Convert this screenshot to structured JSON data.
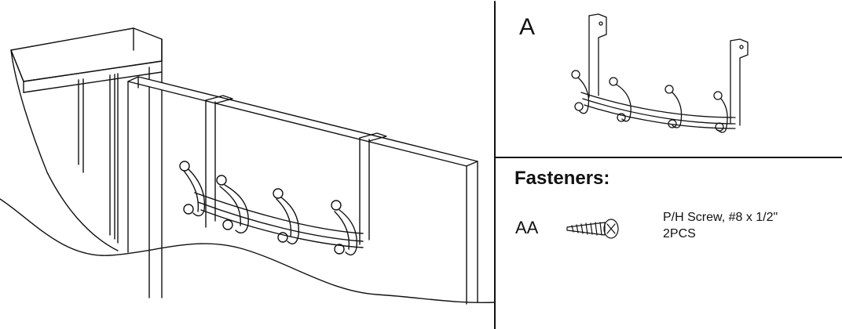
{
  "part": {
    "label": "A"
  },
  "fasteners": {
    "title": "Fasteners:",
    "items": [
      {
        "code": "AA",
        "description": "P/H Screw, #8 x 1/2\"",
        "quantity": "2PCS"
      }
    ]
  },
  "colors": {
    "line": "#111111",
    "background": "#ffffff"
  }
}
